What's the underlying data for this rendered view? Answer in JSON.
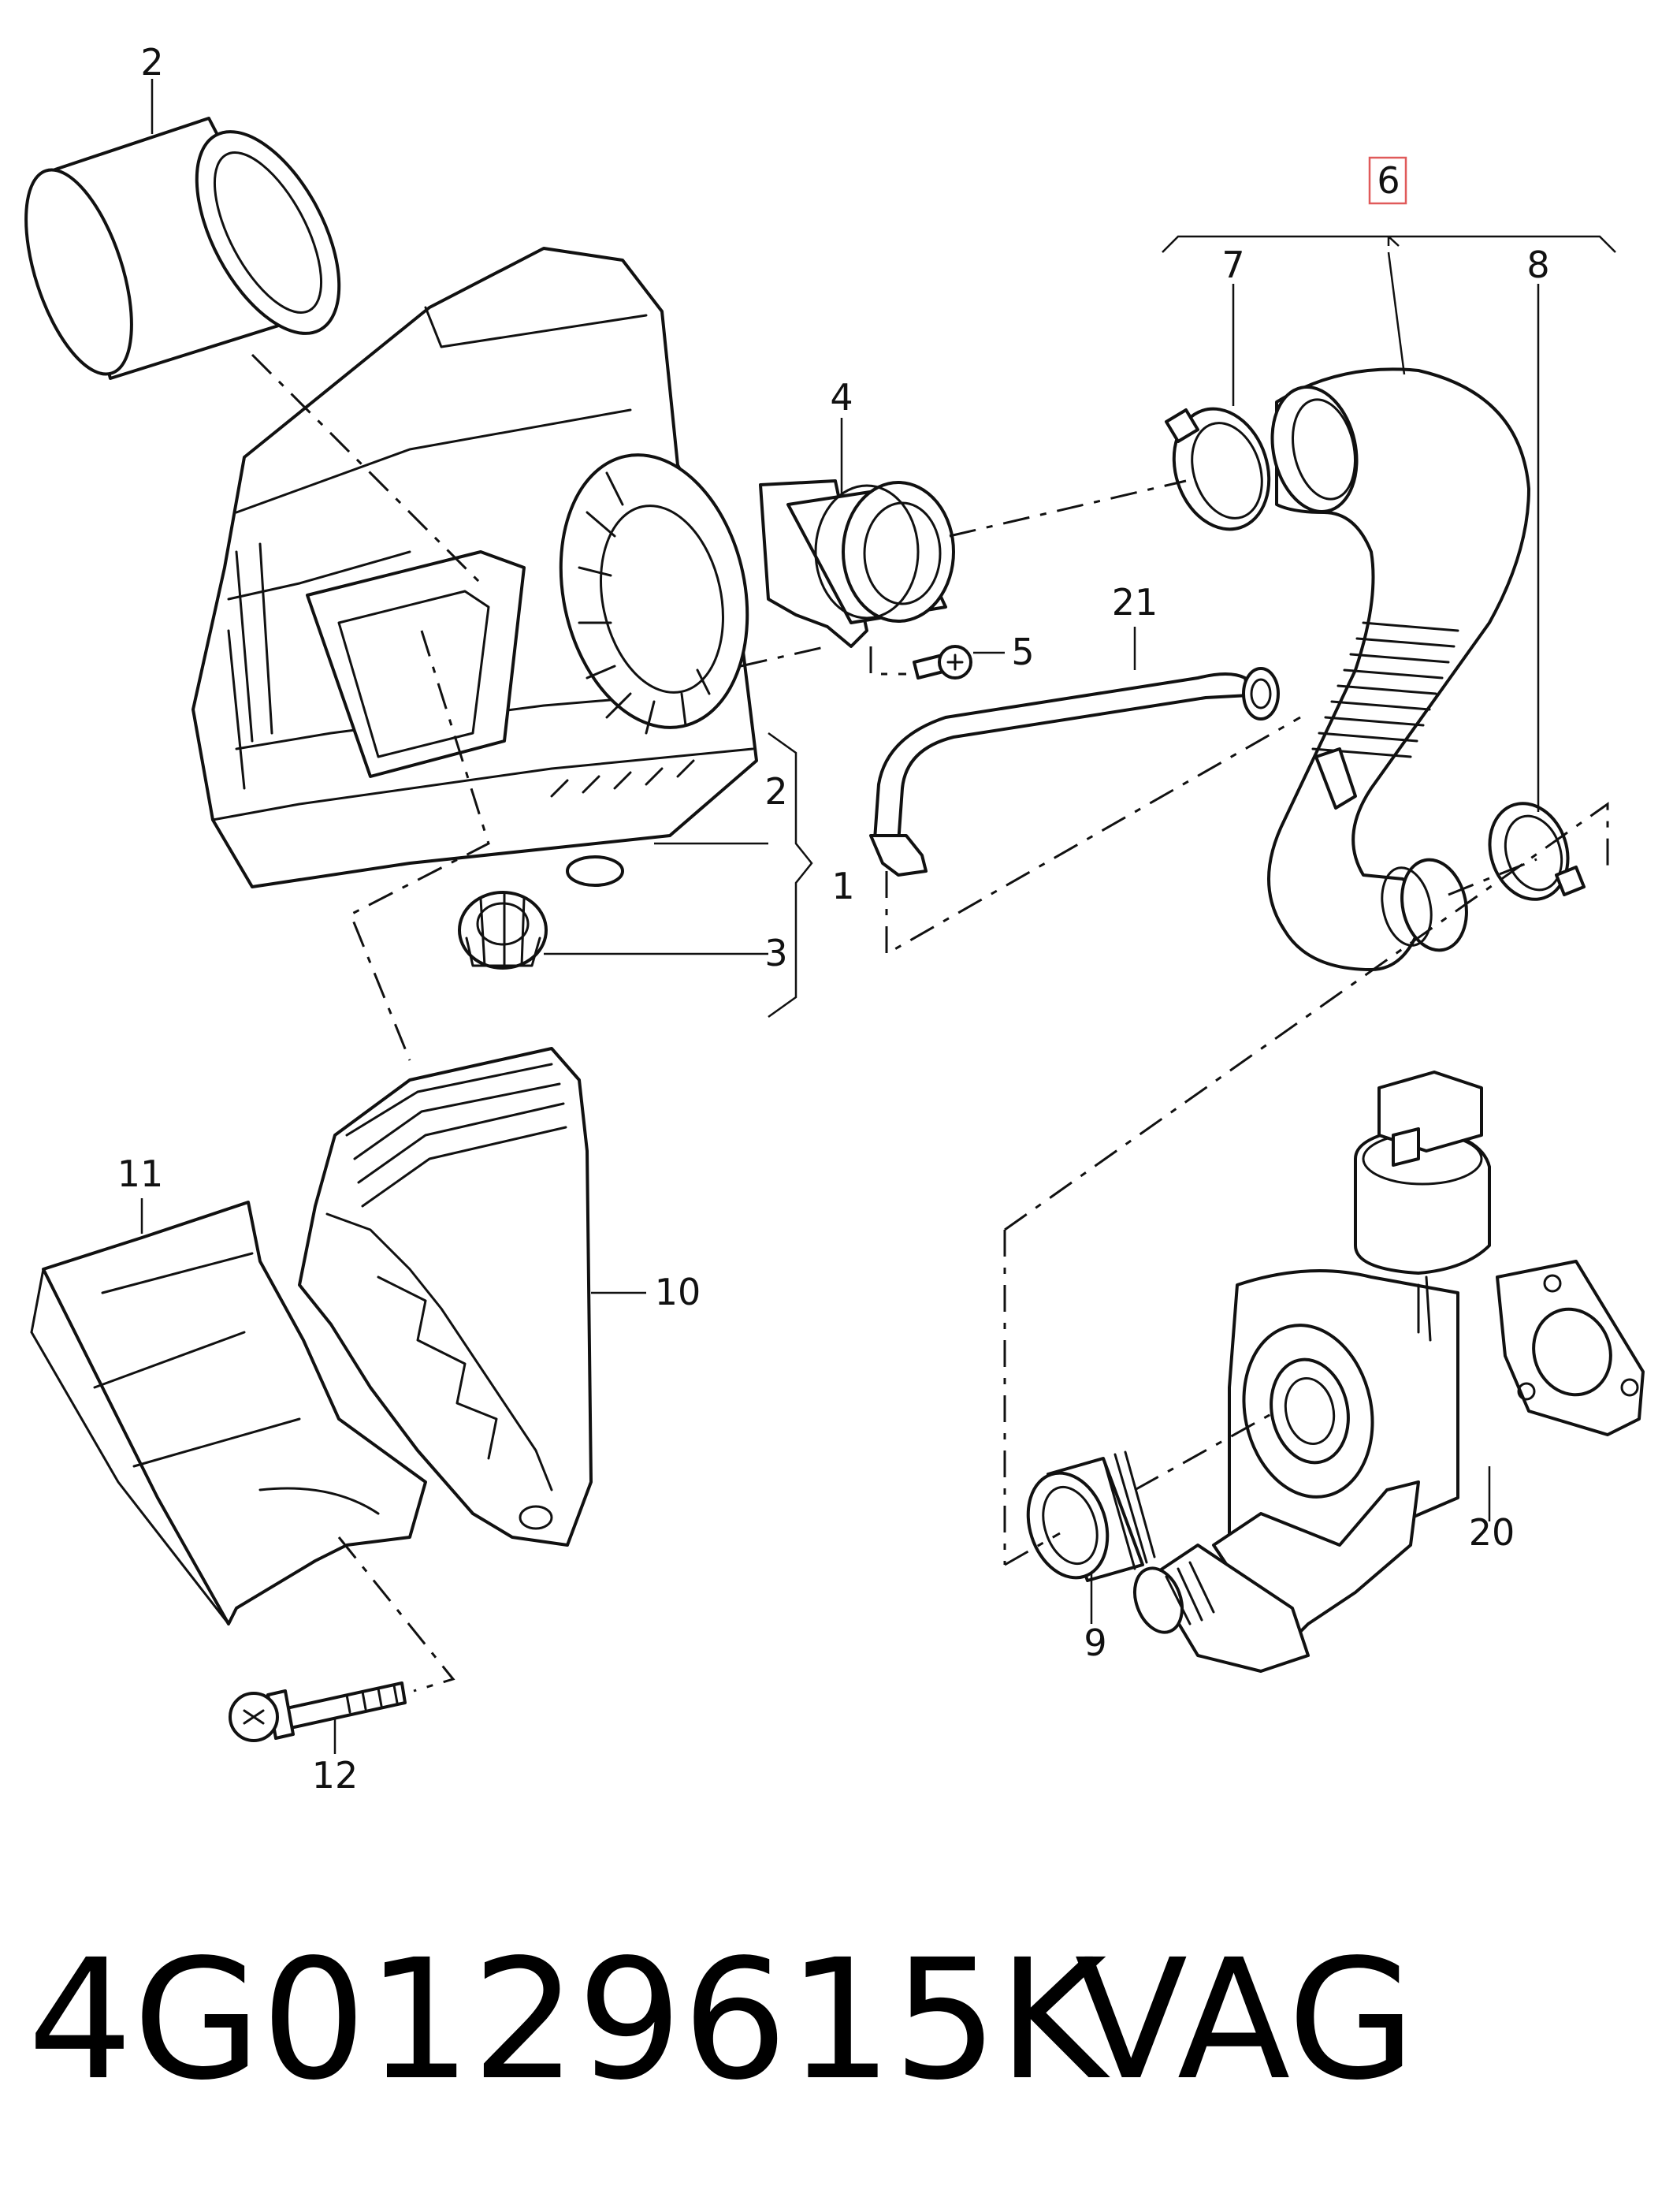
{
  "labels": {
    "l1": "1",
    "l2a": "2",
    "l2b": "2",
    "l3": "3",
    "l4": "4",
    "l5": "5",
    "l6": "6",
    "l7": "7",
    "l8": "8",
    "l9": "9",
    "l10": "10",
    "l11": "11",
    "l12": "12",
    "l20": "20",
    "l21": "21"
  },
  "highlight_color": "#e05a5a",
  "footer": {
    "part_number": "4G0129615K",
    "brand": "VAG"
  }
}
